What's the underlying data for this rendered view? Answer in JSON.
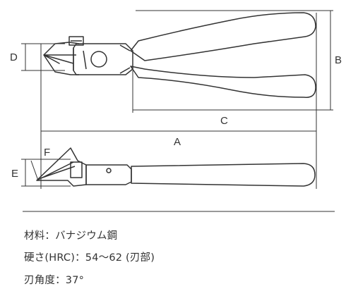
{
  "dimensions": {
    "a": "A",
    "b": "B",
    "c": "C",
    "d": "D",
    "e": "E",
    "f": "F"
  },
  "specs": {
    "material": "材料：バナジウム鋼",
    "hardness": "硬さ(HRC)：54〜62 (刃部)",
    "blade_angle": "刃角度：37°"
  }
}
